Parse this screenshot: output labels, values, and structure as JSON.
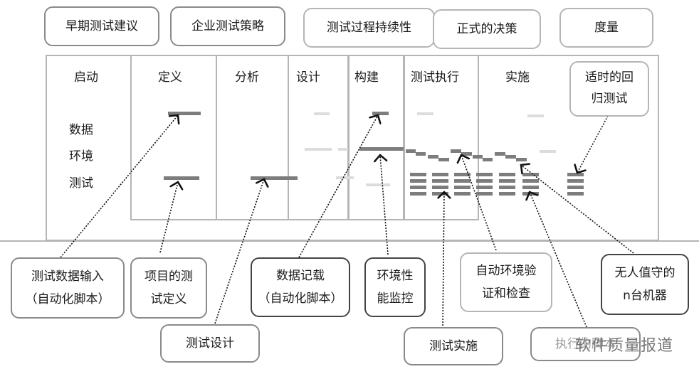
{
  "top_boxes": [
    {
      "label": "早期测试建议"
    },
    {
      "label": "企业测试策略"
    },
    {
      "label": "测试过程持续性"
    },
    {
      "label": "正式的决策"
    },
    {
      "label": "度量"
    }
  ],
  "phases": [
    {
      "label": "启动"
    },
    {
      "label": "定义"
    },
    {
      "label": "分析"
    },
    {
      "label": "设计"
    },
    {
      "label": "构建"
    },
    {
      "label": "测试执行"
    },
    {
      "label": "实施"
    }
  ],
  "row_labels": [
    "数据",
    "环境",
    "测试"
  ],
  "callouts": {
    "regression": {
      "line1": "适时的回",
      "line2": "归测试"
    },
    "data_input": {
      "line1": "测试数据输入",
      "line2": "（自动化脚本）"
    },
    "project_def": {
      "line1": "项目的测",
      "line2": "试定义"
    },
    "test_design": {
      "line1": "测试设计"
    },
    "data_record": {
      "line1": "数据记载",
      "line2": "（自动化脚本）"
    },
    "env_monitor": {
      "line1": "环境性",
      "line2": "能监控"
    },
    "test_impl": {
      "line1": "测试实施"
    },
    "env_verify": {
      "line1": "自动环境验",
      "line2": "证和检查"
    },
    "exec_script": {
      "line1": "执行的脚本"
    },
    "unattended": {
      "line1": "无人值守的",
      "line2": "n台机器"
    }
  },
  "watermark": "软件质量报道"
}
